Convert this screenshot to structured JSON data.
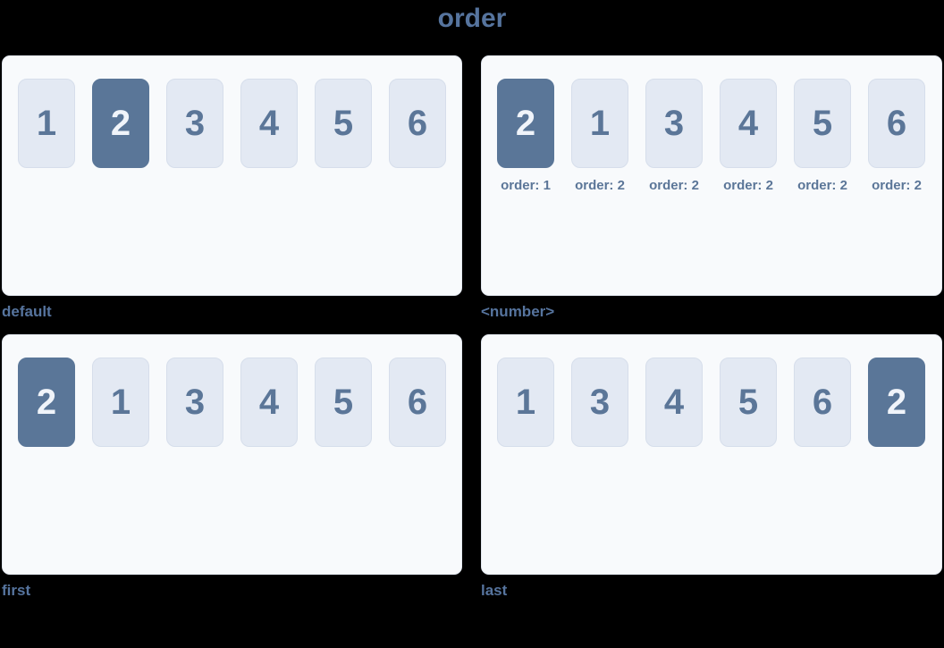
{
  "title": "order",
  "colors": {
    "page_bg": "#000000",
    "title_text": "#56749e",
    "panel_bg": "#f8fafc",
    "panel_border": "#e3e8f0",
    "item_bg": "#e3e9f3",
    "item_border": "#d6deeb",
    "item_text": "#5b7698",
    "active_bg": "#5a7698",
    "active_text": "#f0f4fa",
    "caption_text": "#56749e"
  },
  "panels": [
    {
      "caption": "default",
      "items": [
        {
          "label": "1",
          "active": false
        },
        {
          "label": "2",
          "active": true
        },
        {
          "label": "3",
          "active": false
        },
        {
          "label": "4",
          "active": false
        },
        {
          "label": "5",
          "active": false
        },
        {
          "label": "6",
          "active": false
        }
      ]
    },
    {
      "caption": "<number>",
      "items": [
        {
          "label": "2",
          "active": true,
          "order_label": "order: 1"
        },
        {
          "label": "1",
          "active": false,
          "order_label": "order: 2"
        },
        {
          "label": "3",
          "active": false,
          "order_label": "order: 2"
        },
        {
          "label": "4",
          "active": false,
          "order_label": "order: 2"
        },
        {
          "label": "5",
          "active": false,
          "order_label": "order: 2"
        },
        {
          "label": "6",
          "active": false,
          "order_label": "order: 2"
        }
      ]
    },
    {
      "caption": "first",
      "items": [
        {
          "label": "2",
          "active": true
        },
        {
          "label": "1",
          "active": false
        },
        {
          "label": "3",
          "active": false
        },
        {
          "label": "4",
          "active": false
        },
        {
          "label": "5",
          "active": false
        },
        {
          "label": "6",
          "active": false
        }
      ]
    },
    {
      "caption": "last",
      "items": [
        {
          "label": "1",
          "active": false
        },
        {
          "label": "3",
          "active": false
        },
        {
          "label": "4",
          "active": false
        },
        {
          "label": "5",
          "active": false
        },
        {
          "label": "6",
          "active": false
        },
        {
          "label": "2",
          "active": true
        }
      ]
    }
  ]
}
